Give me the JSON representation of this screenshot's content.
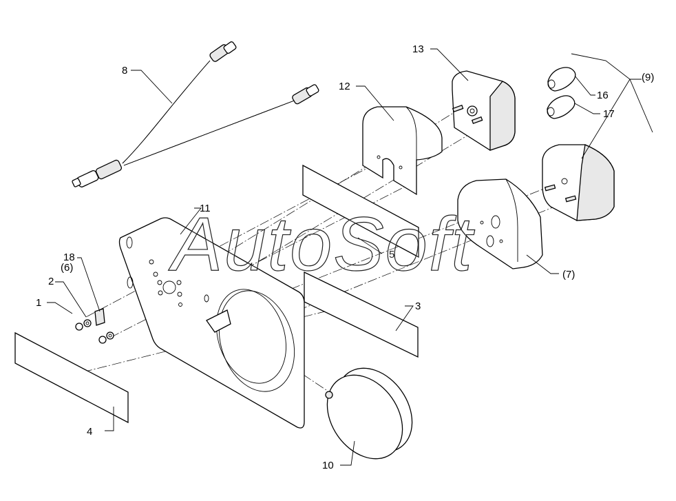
{
  "watermark": "AutoSoft",
  "callouts": {
    "c1": "1",
    "c2": "2",
    "c3": "3",
    "c4": "4",
    "c5": "5",
    "c6": "(6)",
    "c7": "(7)",
    "c8": "8",
    "c9": "(9)",
    "c10": "10",
    "c11": "11",
    "c12": "12",
    "c13": "13",
    "c16": "16",
    "c17": "17",
    "c18": "18"
  }
}
